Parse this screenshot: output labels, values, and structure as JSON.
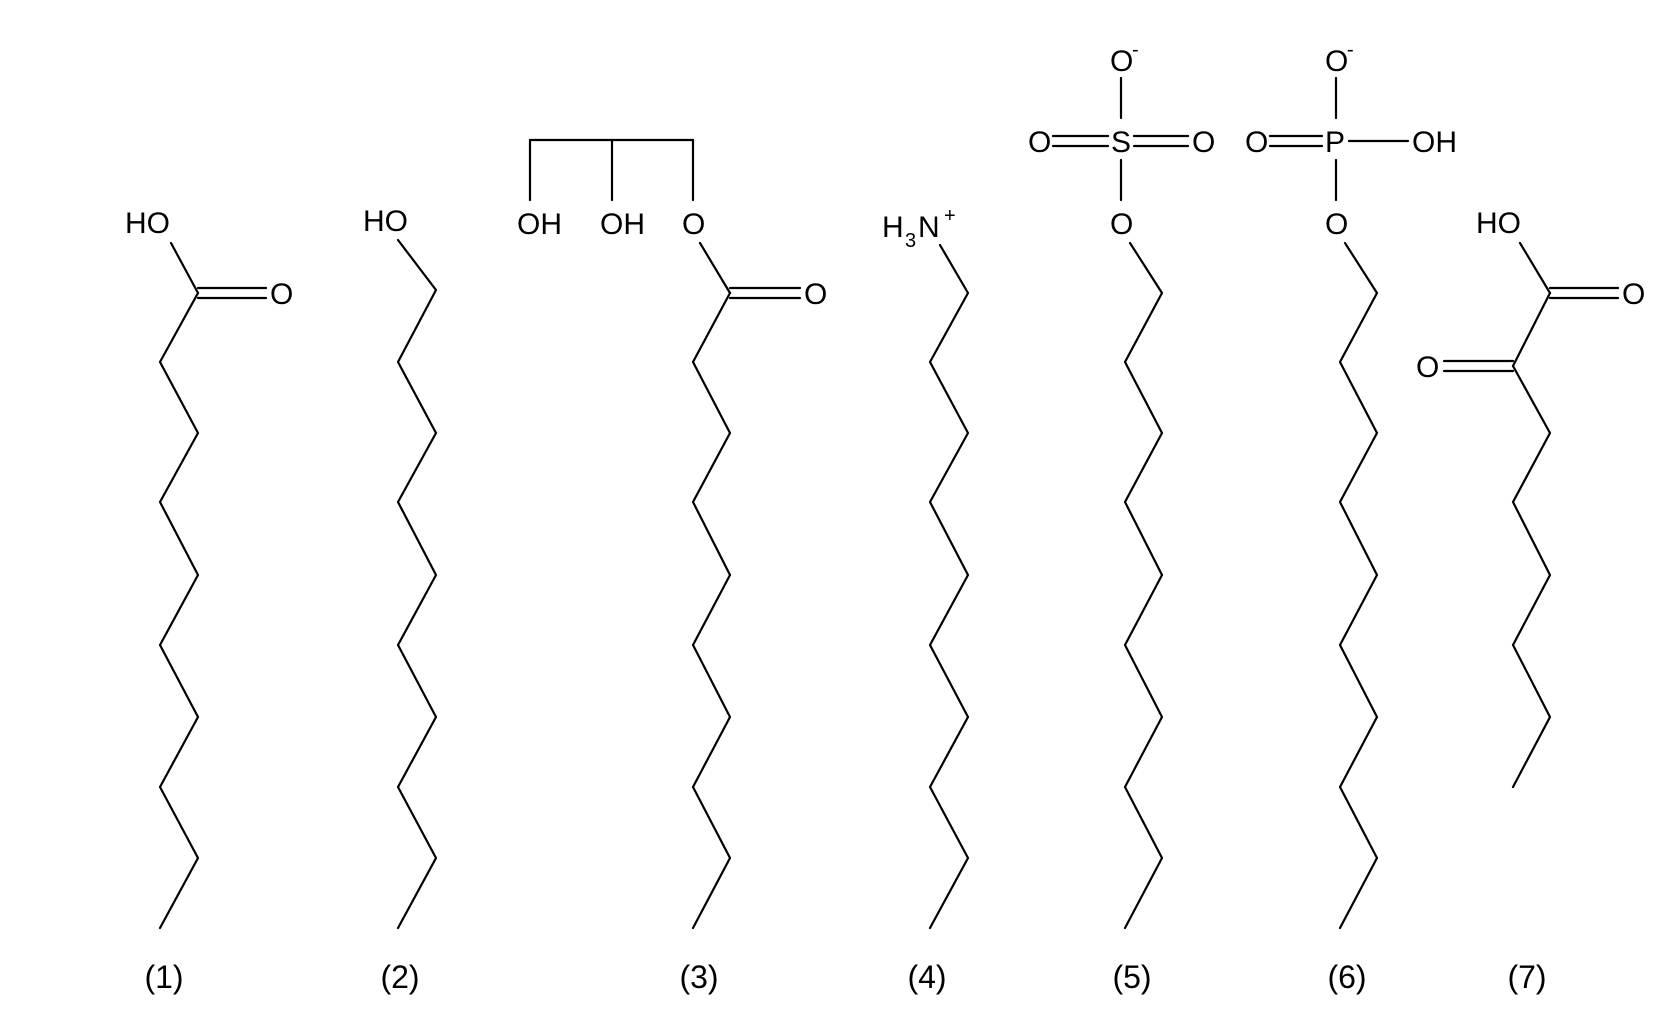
{
  "atoms": {
    "hydroxyl_prefix": "HO",
    "hydroxyl_suffix": "OH",
    "oxygen": "O",
    "sulfur": "S",
    "phosphorus": "P",
    "ammonium_h": "H",
    "ammonium_sub": "3",
    "ammonium_n": "N",
    "plus_sign": "+",
    "minus_sign": "-"
  },
  "molecules": [
    {
      "label": "(1)"
    },
    {
      "label": "(2)"
    },
    {
      "label": "(3)"
    },
    {
      "label": "(4)"
    },
    {
      "label": "(5)"
    },
    {
      "label": "(6)"
    },
    {
      "label": "(7)"
    }
  ]
}
